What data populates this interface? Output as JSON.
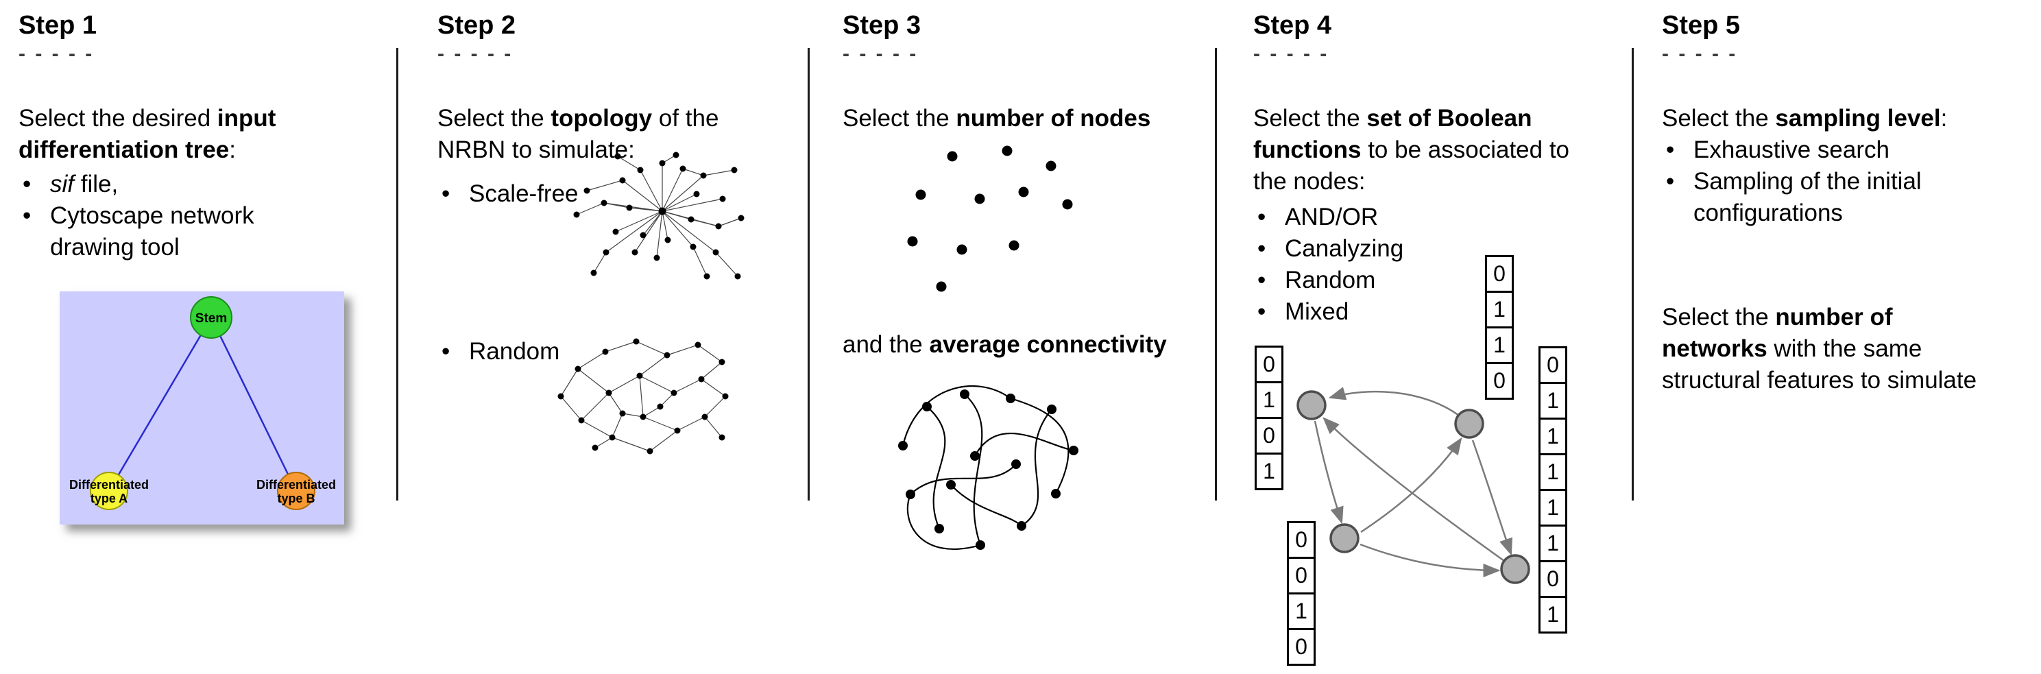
{
  "bullet_char": "•",
  "dashes": "- - - - -",
  "step1": {
    "title": "Step 1",
    "intro_pre": "Select the desired ",
    "intro_bold1": "input",
    "intro_bold2": "differentiation tree",
    "intro_post": ":",
    "bullet1_italic": "sif",
    "bullet1_rest": " file,",
    "bullet2_line1": "Cytoscape network",
    "bullet2_line2": "drawing tool",
    "tree": {
      "stem": "Stem",
      "type_a_line1": "Differentiated",
      "type_a_line2": "type A",
      "type_b_line1": "Differentiated",
      "type_b_line2": "type B"
    },
    "colors": {
      "tree_bg": "#ccccfe",
      "stem_fill": "#33d433",
      "type_a_fill": "#f5f535",
      "type_b_fill": "#f79a33",
      "edge_blue": "#2a2ad0"
    }
  },
  "step2": {
    "title": "Step 2",
    "intro_pre": "Select the ",
    "intro_bold": "topology",
    "intro_mid": " of the",
    "intro_line2": "NRBN to simulate:",
    "bullet1": "Scale-free",
    "bullet2": "Random"
  },
  "step3": {
    "title": "Step 3",
    "nodes_pre": "Select the ",
    "nodes_bold": "number of nodes",
    "conn_pre": "and the ",
    "conn_bold": "average connectivity"
  },
  "step4": {
    "title": "Step 4",
    "intro_pre": "Select the ",
    "intro_bold1": "set of Boolean",
    "intro_bold2": "functions",
    "intro_mid": " to be associated to",
    "intro_line3": "the nodes:",
    "bullets": [
      "AND/OR",
      "Canalyzing",
      "Random",
      "Mixed"
    ],
    "tables": {
      "left": [
        "0",
        "1",
        "0",
        "1"
      ],
      "top": [
        "0",
        "1",
        "1",
        "0"
      ],
      "right": [
        "0",
        "1",
        "1",
        "1",
        "1",
        "1",
        "0",
        "1"
      ],
      "bottom": [
        "0",
        "0",
        "1",
        "0"
      ]
    }
  },
  "step5": {
    "title": "Step 5",
    "intro_pre": "Select the ",
    "intro_bold": "sampling level",
    "intro_post": ":",
    "bullet1": "Exhaustive search",
    "bullet2_line1": "Sampling of the initial",
    "bullet2_line2": "configurations",
    "networks_pre": "Select the ",
    "networks_bold1": "number of",
    "networks_bold2": "networks",
    "networks_mid": " with the same",
    "networks_line3": "structural features to simulate"
  }
}
